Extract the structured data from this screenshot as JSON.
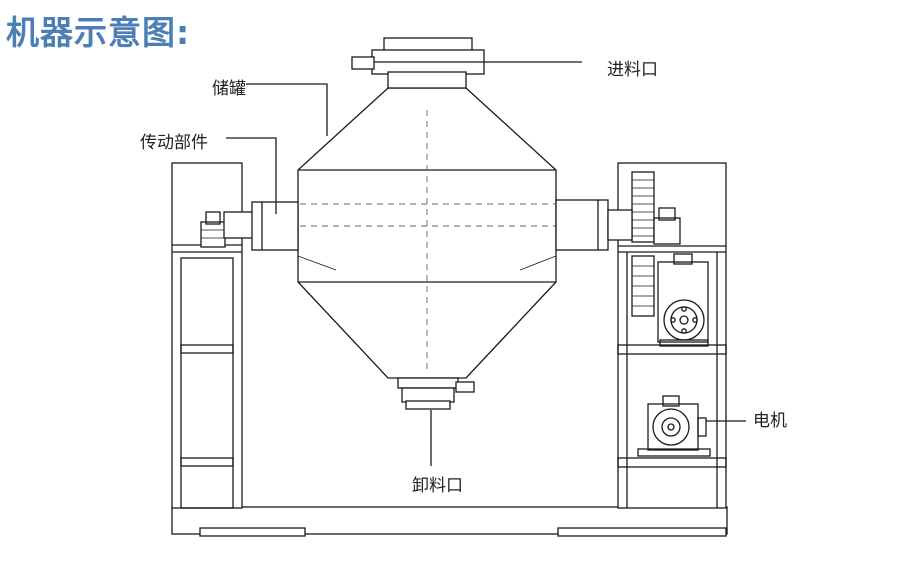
{
  "title": "机器示意图:",
  "labels": {
    "inlet": "进料口",
    "tank": "储罐",
    "drive": "传动部件",
    "motor": "电机",
    "outlet": "卸料口"
  },
  "colors": {
    "title": "#4c7fb6",
    "line": "#1a1a1a"
  }
}
